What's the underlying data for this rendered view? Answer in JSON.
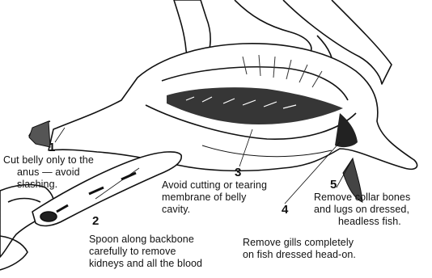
{
  "steps": [
    {
      "number": "1",
      "lines": [
        "Cut belly only to the",
        "anus — avoid",
        "slashing."
      ]
    },
    {
      "number": "2",
      "lines": [
        "Spoon along backbone",
        "carefully to remove",
        "kidneys and all the blood"
      ]
    },
    {
      "number": "3",
      "lines": [
        "Avoid cutting or tearing",
        "membrane of belly",
        "cavity."
      ]
    },
    {
      "number": "4",
      "lines": [
        "Remove gills completely",
        "on fish dressed head-on."
      ]
    },
    {
      "number": "5",
      "lines": [
        "Remove collar bones",
        "and lugs on dressed,",
        "headless fish."
      ]
    }
  ]
}
